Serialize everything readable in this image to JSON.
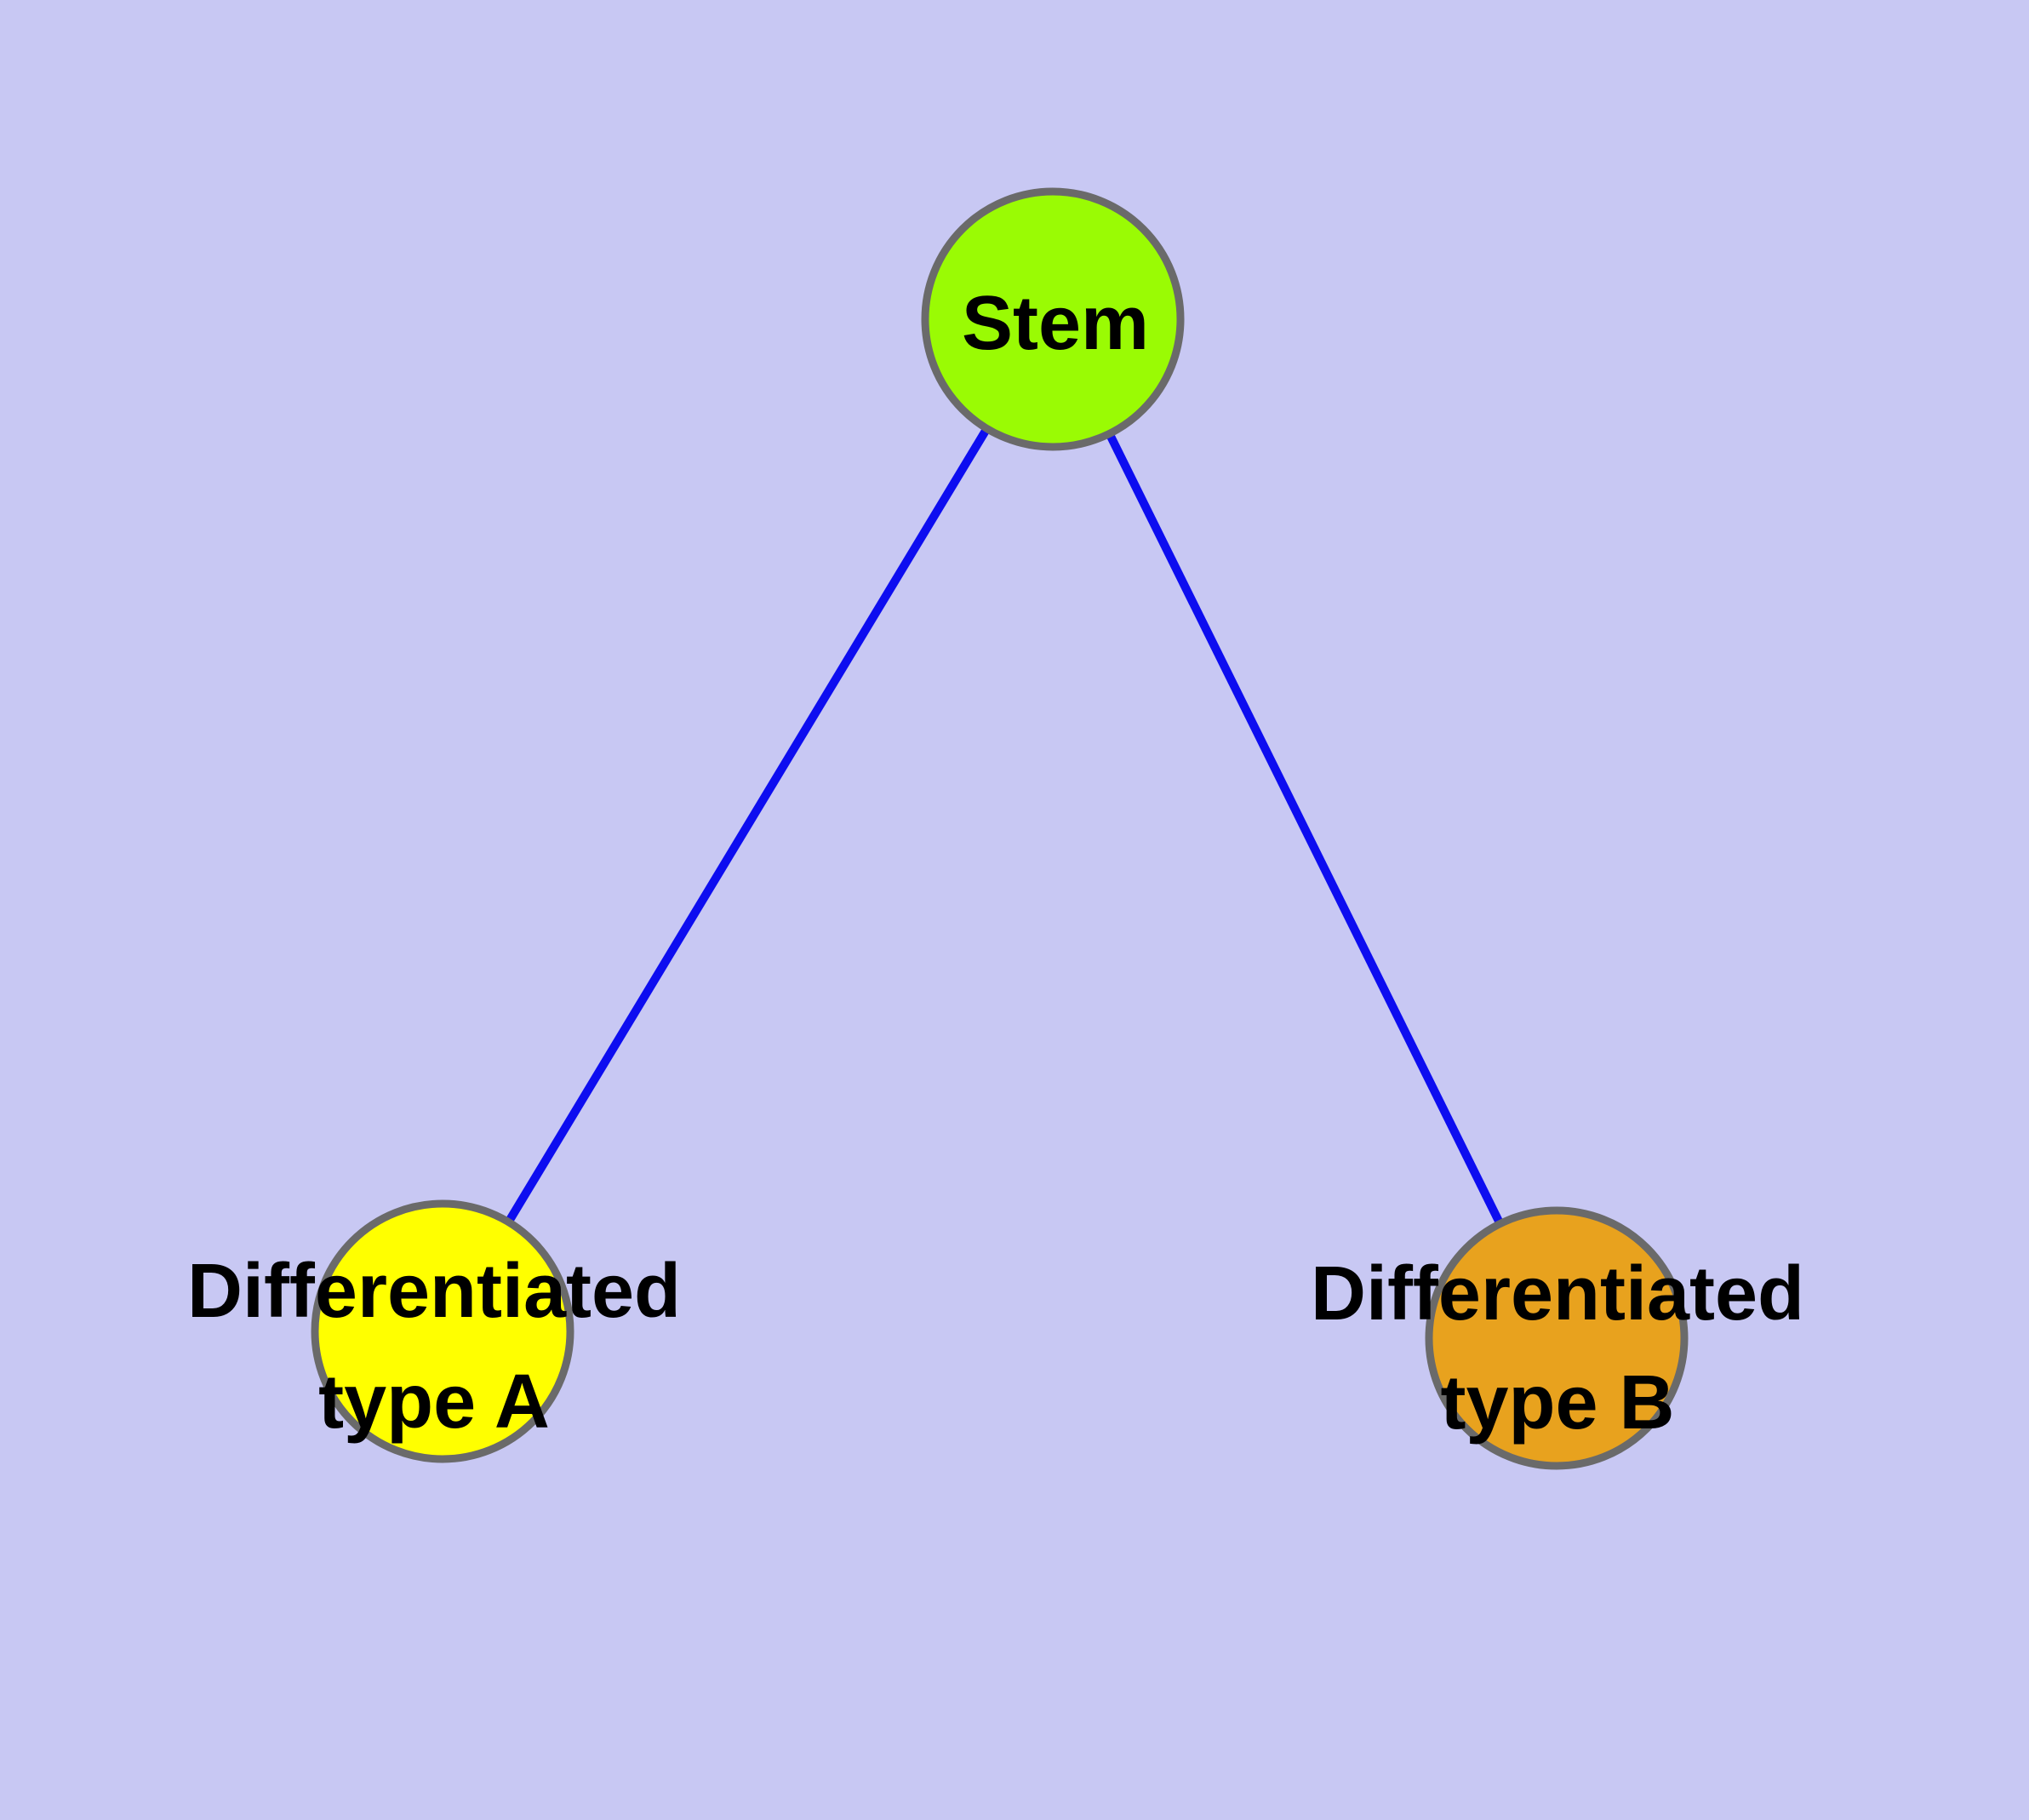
{
  "diagram": {
    "type": "node-link-graph",
    "description": "Stem cell differentiation graph: one stem node linked to two differentiated cell type nodes",
    "background_color": "#c8c8f3",
    "edge_color": "#0d0df0",
    "node_border_color": "#6a6a6a",
    "label_color": "#000000",
    "nodes": [
      {
        "id": "stem",
        "label": "Stem",
        "label_lines": [
          "Stem"
        ],
        "fill": "#9afb04"
      },
      {
        "id": "differentiated-type-a",
        "label": "Differentiated type A",
        "label_lines": [
          "Differentiated",
          "type A"
        ],
        "fill": "#ffff00"
      },
      {
        "id": "differentiated-type-b",
        "label": "Differentiated type B",
        "label_lines": [
          "Differentiated",
          "type B"
        ],
        "fill": "#e8a21e"
      }
    ],
    "edges": [
      {
        "from": "stem",
        "to": "differentiated-type-a"
      },
      {
        "from": "stem",
        "to": "differentiated-type-b"
      }
    ]
  }
}
